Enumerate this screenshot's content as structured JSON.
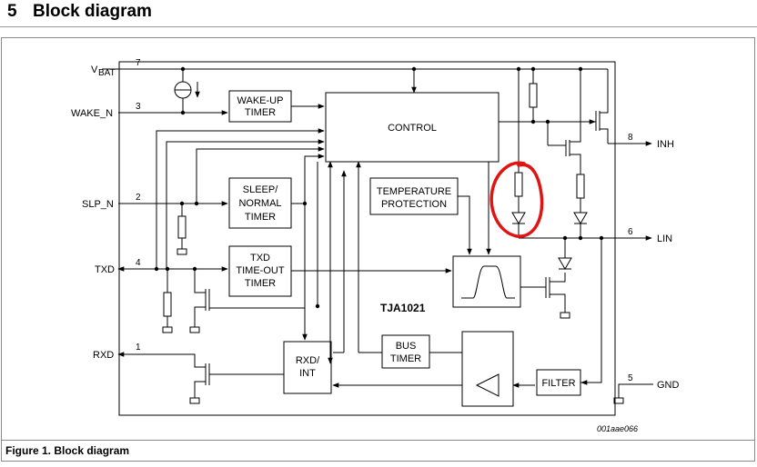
{
  "section": {
    "number": "5",
    "title": "Block diagram"
  },
  "caption": "Figure 1.  Block diagram",
  "diagram": {
    "chip_name": "TJA1021",
    "figure_code": "001aae066",
    "signals": {
      "vbat_main": "V",
      "vbat_sub": "BAT",
      "wake_n": "WAKE_N",
      "slp_n": "SLP_N",
      "txd": "TXD",
      "rxd": "RXD",
      "inh": "INH",
      "lin": "LIN",
      "gnd": "GND"
    },
    "pins": {
      "vbat": "7",
      "wake_n": "3",
      "slp_n": "2",
      "txd": "4",
      "rxd": "1",
      "inh": "8",
      "lin": "6",
      "gnd": "5"
    },
    "blocks": {
      "wake_up_timer": [
        "WAKE-UP",
        "TIMER"
      ],
      "control": "CONTROL",
      "sleep_normal_timer": [
        "SLEEP/",
        "NORMAL",
        "TIMER"
      ],
      "temperature_protection": [
        "TEMPERATURE",
        "PROTECTION"
      ],
      "txd_timeout_timer": [
        "TXD",
        "TIME-OUT",
        "TIMER"
      ],
      "rxd_int": [
        "RXD/",
        "INT"
      ],
      "bus_timer": [
        "BUS",
        "TIMER"
      ],
      "filter": "FILTER"
    },
    "annotation": {
      "type": "hand-drawn circle",
      "color": "#e11414"
    }
  }
}
